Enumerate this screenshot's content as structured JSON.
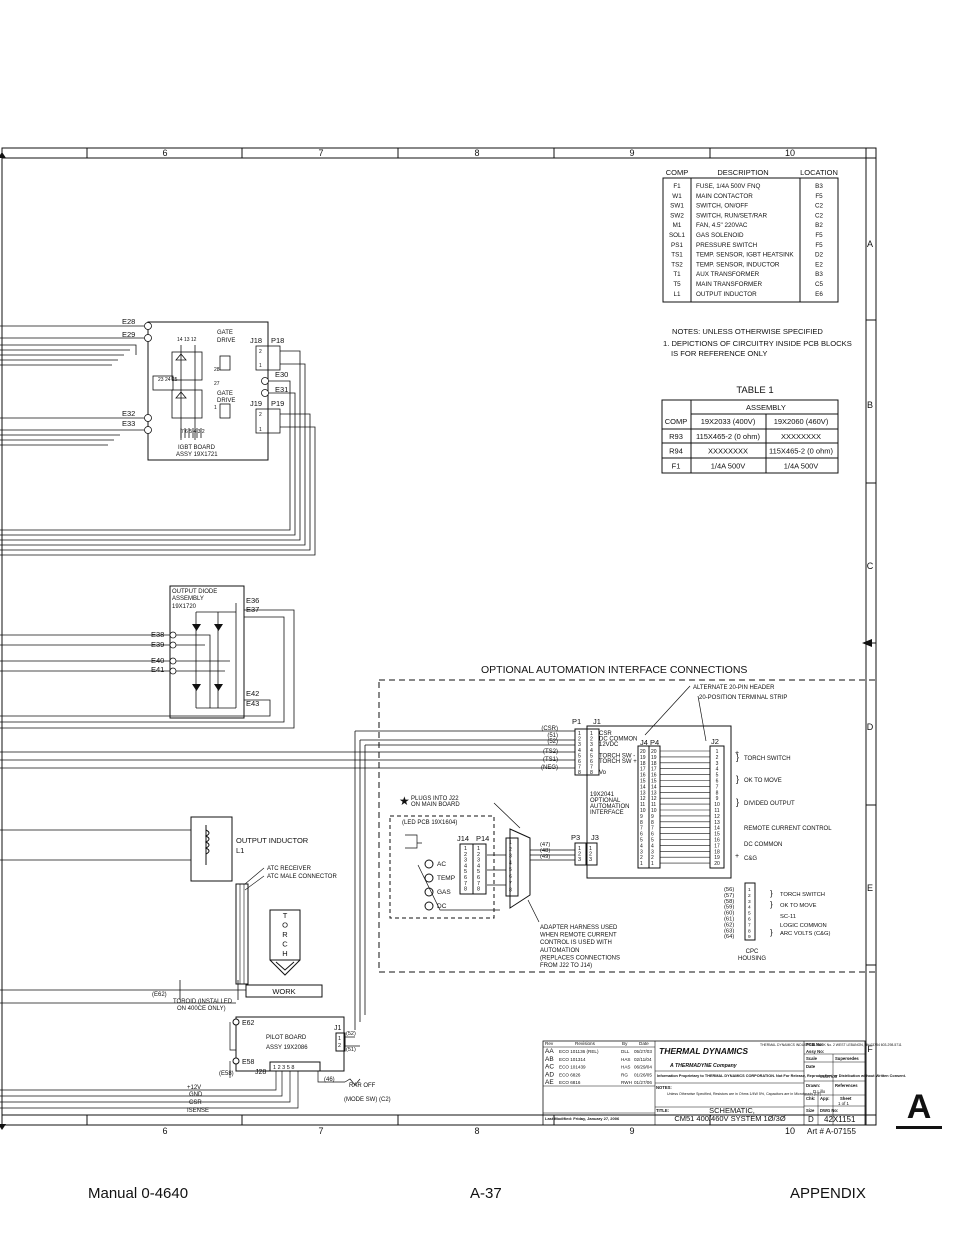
{
  "grid": {
    "columns": [
      "6",
      "7",
      "8",
      "9",
      "10"
    ],
    "rows": [
      "A",
      "B",
      "C",
      "D",
      "E",
      "F"
    ]
  },
  "parts_table": {
    "headers": [
      "COMP",
      "DESCRIPTION",
      "LOCATION"
    ],
    "rows": [
      [
        "F1",
        "FUSE, 1/4A 500V FNQ",
        "B3"
      ],
      [
        "W1",
        "MAIN CONTACTOR",
        "F5"
      ],
      [
        "SW1",
        "SWITCH, ON/OFF",
        "C2"
      ],
      [
        "SW2",
        "SWITCH, RUN/SET/RAR",
        "C2"
      ],
      [
        "M1",
        "FAN, 4.5\" 220VAC",
        "B2"
      ],
      [
        "SOL1",
        "GAS SOLENOID",
        "F5"
      ],
      [
        "PS1",
        "PRESSURE SWITCH",
        "F5"
      ],
      [
        "TS1",
        "TEMP. SENSOR, IGBT HEATSINK",
        "D2"
      ],
      [
        "TS2",
        "TEMP. SENSOR, INDUCTOR",
        "E2"
      ],
      [
        "T1",
        "AUX TRANSFORMER",
        "B3"
      ],
      [
        "T5",
        "MAIN TRANSFORMER",
        "C5"
      ],
      [
        "L1",
        "OUTPUT INDUCTOR",
        "E6"
      ]
    ]
  },
  "notes": {
    "line1": "NOTES: UNLESS OTHERWISE SPECIFIED",
    "line2": "1. DEPICTIONS OF CIRCUITRY INSIDE PCB BLOCKS",
    "line3": "IS FOR REFERENCE ONLY"
  },
  "table1": {
    "title": "TABLE 1",
    "assembly": "ASSEMBLY",
    "headers": [
      "COMP",
      "19X2033 (400V)",
      "19X2060 (460V)"
    ],
    "rows": [
      [
        "R93",
        "115X465-2 (0 ohm)",
        "XXXXXXXX"
      ],
      [
        "R94",
        "XXXXXXXX",
        "115X465-2 (0 ohm)"
      ],
      [
        "F1",
        "1/4A 500V",
        "1/4A 500V"
      ]
    ]
  },
  "igbt": {
    "terminals_left": [
      "E28",
      "E29",
      "E32",
      "E33"
    ],
    "gate_drive": "GATE",
    "gate_drive2": "DRIVE",
    "j18": "J18",
    "p18": "P18",
    "j19": "J19",
    "p19": "P19",
    "e30": "E30",
    "e31": "E31",
    "board": "IGBT BOARD",
    "assy": "ASSY 19X1721",
    "pins_top": "14 13 12",
    "pins_mid": "23 24 25",
    "pin28": "28",
    "pin27": "27",
    "pin1": "1",
    "pins_bottom": "7 6 5 4 3 2",
    "pin2": "2",
    "pin1b": "1"
  },
  "diode": {
    "line1": "OUTPUT DIODE",
    "line2": "ASSEMBLY",
    "line3": "19X1720",
    "terminals_left": [
      "E38",
      "E39",
      "E40",
      "E41"
    ],
    "terminals_right": [
      "E36",
      "E37",
      "E42",
      "E43"
    ]
  },
  "automation": {
    "title": "OPTIONAL AUTOMATION INTERFACE CONNECTIONS",
    "alt_header": "ALTERNATE 20-PIN HEADER",
    "terminal_strip": "20-POSITION TERMINAL STRIP",
    "p1": "P1",
    "j1": "J1",
    "j4p4": "J4 P4",
    "j2": "J2",
    "p3": "P3",
    "j3": "J3",
    "wire_labels": [
      "(CSR)",
      "(51)",
      "(52)",
      "(TS2)",
      "(TS1)",
      "(NEG)"
    ],
    "j1_signals": [
      "CSR",
      "DC COMMON",
      "12VDC",
      "",
      "TORCH SW -",
      "TORCH SW +",
      "",
      "Vo"
    ],
    "board": [
      "19X2041",
      "OPTIONAL",
      "AUTOMATION",
      "INTERFACE"
    ],
    "strip_functions": [
      "TORCH SWITCH",
      "OK TO MOVE",
      "DIVIDED OUTPUT",
      "REMOTE CURRENT CONTROL",
      "DC COMMON",
      "C&G"
    ],
    "plugs": [
      "PLUGS INTO J22",
      "ON MAIN BOARD"
    ],
    "led_pcb": "(LED PCB 19X1604)",
    "j14": "J14",
    "p14": "P14",
    "leds": [
      "AC",
      "TEMP",
      "GAS",
      "DC"
    ],
    "harness_wires": [
      "(47)",
      "(48)",
      "(49)"
    ],
    "harness": [
      "ADAPTER HARNESS USED",
      "WHEN REMOTE CURRENT",
      "CONTROL IS USED WITH",
      "AUTOMATION",
      "(REPLACES CONNECTIONS",
      "FROM J22 TO J14)"
    ],
    "cpc_wires": [
      "(56)",
      "(57)",
      "(58)",
      "(59)",
      "(60)",
      "(61)",
      "(62)",
      "(63)",
      "(64)"
    ],
    "cpc_functions": [
      "TORCH SWITCH",
      "OK TO MOVE",
      "SC-11",
      "LOGIC COMMON",
      "ARC VOLTS (C&G)"
    ],
    "cpc": [
      "CPC",
      "HOUSING"
    ]
  },
  "lower": {
    "inductor": "OUTPUT INDUCTOR",
    "l1": "L1",
    "atc1": "ATC RECEIVER",
    "atc2": "ATC MALE CONNECTOR",
    "torch_letters": [
      "T",
      "O",
      "R",
      "C",
      "H"
    ],
    "work": "WORK",
    "e62w": "(E62)",
    "toroid1": "TOROID (INSTALLED",
    "toroid2": "ON 400CE ONLY)",
    "e62": "E62",
    "pilot1": "PILOT BOARD",
    "pilot2": "ASSY 19X2086",
    "e58": "E58",
    "e58w": "(E58)",
    "j28": "J28",
    "j28pins": "1 2 3 5    8",
    "j1": "J1",
    "w52": "(52)",
    "w51": "(51)",
    "w46": "(46)",
    "rar": "RAR OFF",
    "mode": "(MODE SW) (C2)",
    "signals": [
      "+12V",
      "GND",
      "CSR",
      "ISENSE"
    ]
  },
  "title_block": {
    "rev_headers": [
      "Rev",
      "Revisions",
      "By",
      "Date"
    ],
    "revs": [
      [
        "AA",
        "ECO 101136     (REL)",
        "DLL",
        "05/27/03"
      ],
      [
        "AB",
        "ECO 101314",
        "HAS",
        "02/11/04"
      ],
      [
        "AC",
        "ECO 101439",
        "HAS",
        "06/29/04"
      ],
      [
        "AD",
        "ECO 6826",
        "RG",
        "01/26/05"
      ],
      [
        "AE",
        "ECO 6816",
        "RWH",
        "01/27/06"
      ]
    ],
    "company": "THERMAL DYNAMICS",
    "thermadyne": "A THERMADYNE Company",
    "address": "THERMAL DYNAMICS INDUSTRIAL PARK No. 2 WEST LEBANON, NH 03784 603-298-5711",
    "proprietary": "Information Proprietary to THERMAL DYNAMICS CORPORATION. Not For Release, Reproduction, or Distribution without Written Consent.",
    "notes_label": "NOTES:",
    "notes": "Unless Otherwise Specified, Resistors are in Ohms 1/4W 5%, Capacitors are in Microfarads (UF)",
    "title_label": "TITLE:",
    "title1": "SCHEMATIC,",
    "title2": "CM51 400/460V SYSTEM 1Ø/3Ø",
    "modified": "Last Modified: Friday, January 27, 2006",
    "pcb": "PCB No:",
    "assy": "Assy No:",
    "scale": "Scale",
    "supersedes": "Supersedes",
    "date_label": "Date",
    "date": "05/27/03",
    "drawn": "Drawn:",
    "drawn_by": "D.Lillo",
    "references": "References",
    "chk": "Chk:",
    "app": "App:",
    "sheet": "Sheet",
    "sheet_val": "1  of  1",
    "size": "Size",
    "dwg": "DWG No:",
    "size_val": "D",
    "dwg_val": "42X1151"
  },
  "art": "Art # A-07155",
  "appendix_letter": "A",
  "footer": {
    "left": "Manual 0-4640",
    "center": "A-37",
    "right": "APPENDIX"
  }
}
